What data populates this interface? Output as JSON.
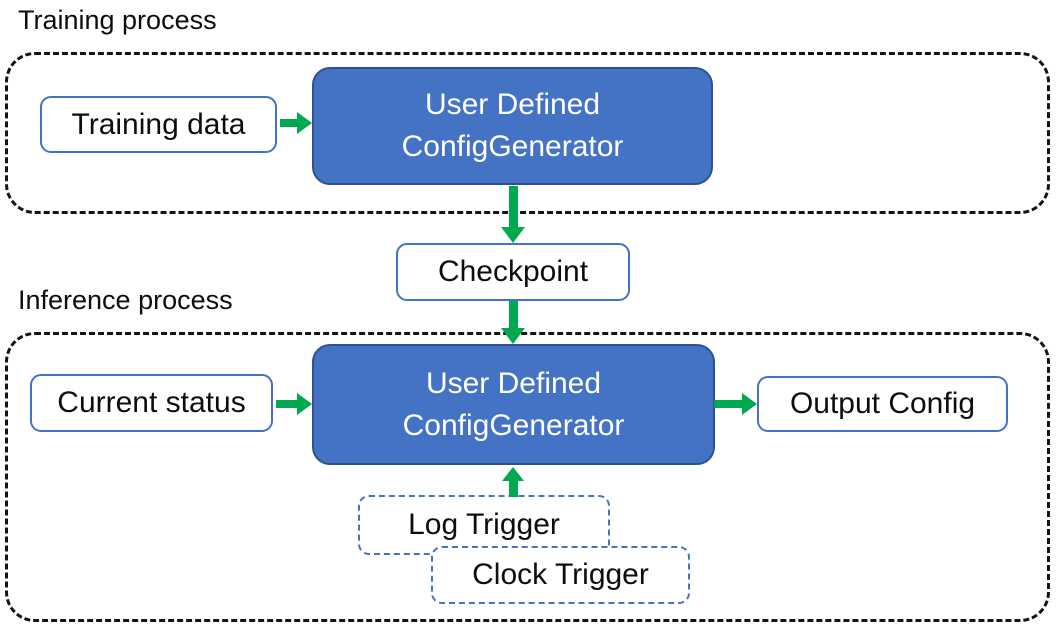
{
  "colors": {
    "blue_fill": "#4472C4",
    "blue_fill_border": "#2F528F",
    "box_outline": "#4472C4",
    "trigger_outline": "#4472C4",
    "arrow_green": "#00A850",
    "container_dash": "#141414",
    "text_dark": "#0d0d0d",
    "text_white": "#ffffff",
    "background": "#ffffff"
  },
  "training_section": {
    "label": "Training process",
    "nodes": {
      "training_data": "Training data",
      "generator_line1": "User Defined",
      "generator_line2": "ConfigGenerator"
    }
  },
  "checkpoint": {
    "label": "Checkpoint"
  },
  "inference_section": {
    "label": "Inference process",
    "nodes": {
      "current_status": "Current status",
      "generator_line1": "User Defined",
      "generator_line2": "ConfigGenerator",
      "output_config": "Output Config",
      "log_trigger": "Log Trigger",
      "clock_trigger": "Clock Trigger"
    }
  }
}
